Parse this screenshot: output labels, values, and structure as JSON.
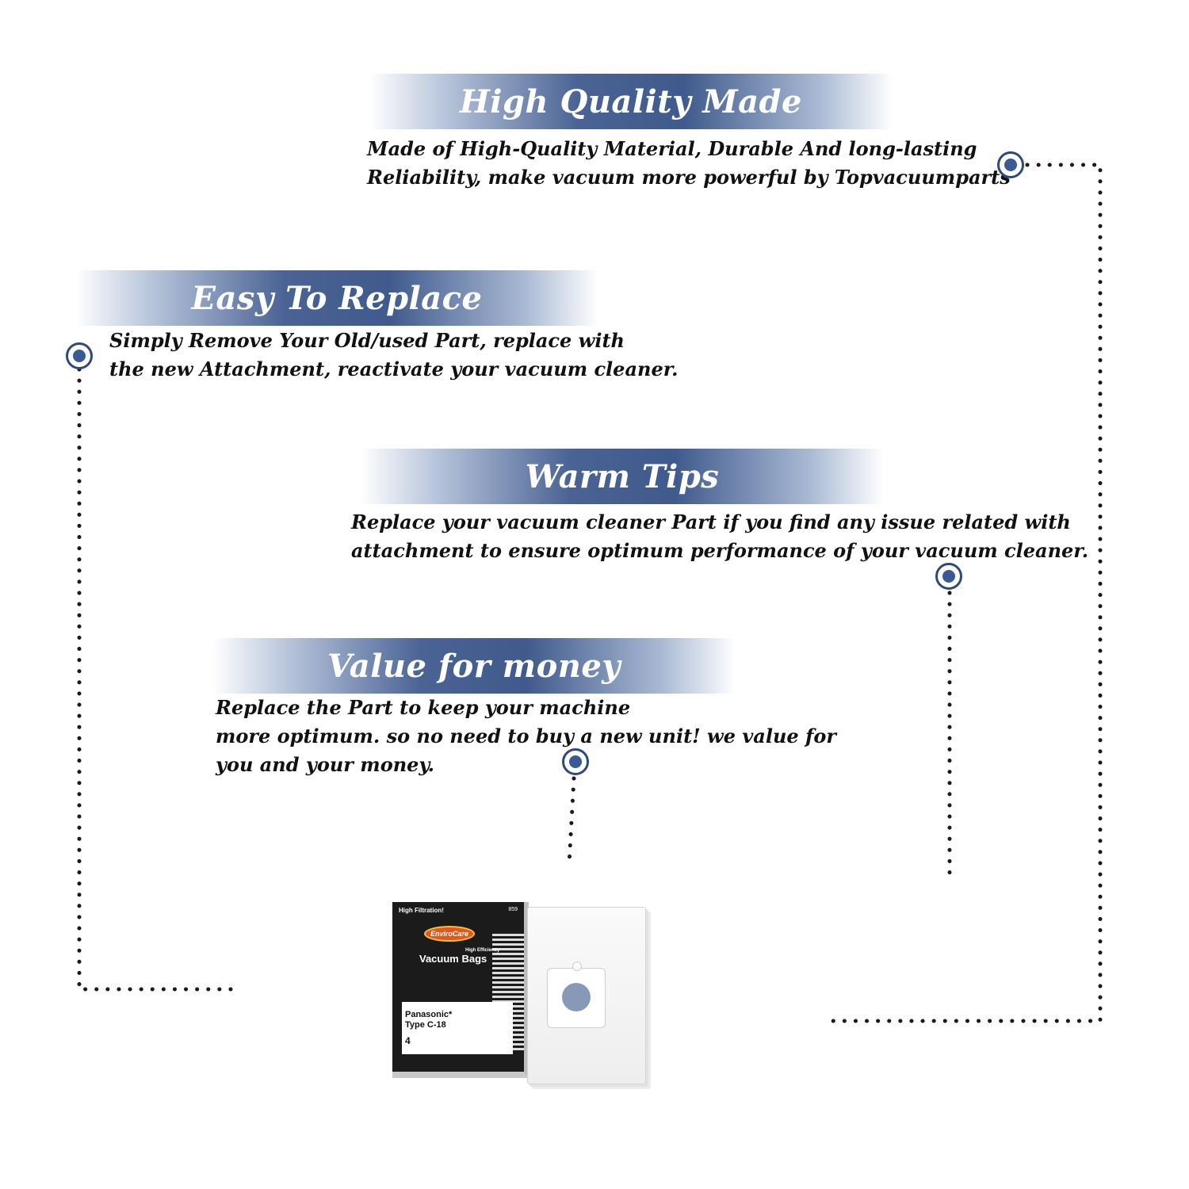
{
  "sections": [
    {
      "title": "High Quality Made",
      "lines": [
        "Made of  High-Quality Material, Durable And long-lasting",
        "Reliability, make vacuum more powerful by Topvacuumparts"
      ]
    },
    {
      "title": "Easy To Replace",
      "lines": [
        "Simply Remove Your Old/used Part, replace with",
        "the new Attachment, reactivate your vacuum cleaner."
      ]
    },
    {
      "title": "Warm Tips",
      "lines": [
        "Replace your vacuum cleaner Part if you find any issue related with",
        " attachment to ensure optimum performance of your vacuum cleaner."
      ]
    },
    {
      "title": "Value for money",
      "lines": [
        "Replace the Part to keep your machine",
        "more optimum. so no need to buy a new unit! we value for",
        "you and your money."
      ]
    }
  ],
  "product": {
    "top_label": "High Filtration!",
    "number": "859",
    "brand": "EnviroCare",
    "efficiency": "High Efficiency",
    "title": "Vacuum Bags",
    "model_brand": "Panasonic*",
    "model_type": "Type C-18",
    "quantity": "4"
  },
  "colors": {
    "banner": "#3f5a8c",
    "bullet": "#3a5a94",
    "text": "#111111"
  }
}
